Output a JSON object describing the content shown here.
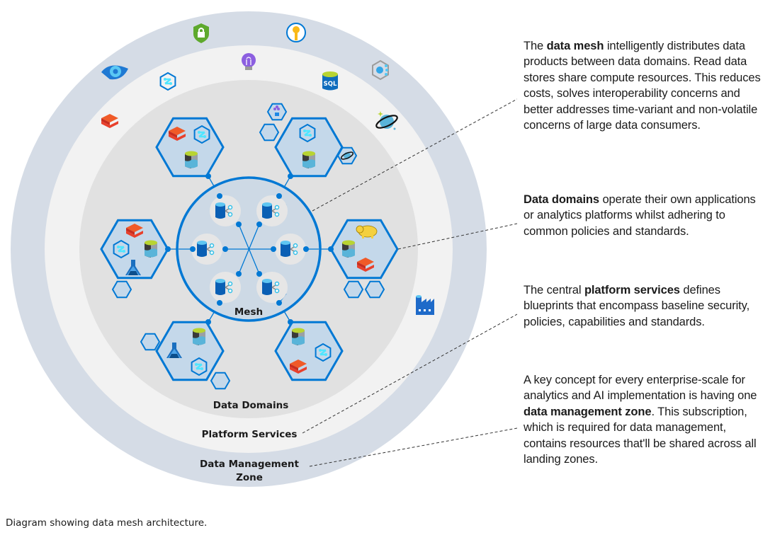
{
  "diagram": {
    "title": "Data mesh architecture",
    "rings": {
      "outer": {
        "label": "Data Management Zone",
        "label_line1": "Data Management",
        "label_line2": "Zone",
        "color": "#d5dce6"
      },
      "middle": {
        "label": "Platform Services",
        "color": "#f2f2f2"
      },
      "inner": {
        "label": "Data Domains",
        "color": "#e1e1e1"
      }
    },
    "mesh": {
      "label": "Mesh",
      "stroke": "#0078d4",
      "fill": "#cdd9e5",
      "node_count": 6
    },
    "outer_ring_icons": [
      "shield-lock-icon",
      "key-vault-icon",
      "purview-eye-icon",
      "cognitive-search-icon",
      "factory-icon"
    ],
    "middle_ring_icons": [
      "synapse-icon",
      "bulb-icon",
      "sql-database-icon",
      "databricks-icon",
      "cosmos-db-icon"
    ],
    "domains": [
      {
        "id": "top-left",
        "icons": [
          "databricks-icon",
          "synapse-icon",
          "data-lake-icon"
        ]
      },
      {
        "id": "top-right",
        "icons": [
          "synapse-icon",
          "data-lake-icon",
          "cosmos-db-icon",
          "app-hex-icon"
        ]
      },
      {
        "id": "left",
        "icons": [
          "databricks-icon",
          "synapse-icon",
          "data-lake-icon",
          "machine-learning-icon"
        ]
      },
      {
        "id": "right",
        "icons": [
          "hadoop-icon",
          "data-lake-icon",
          "databricks-icon"
        ]
      },
      {
        "id": "bottom-left",
        "icons": [
          "data-lake-icon",
          "machine-learning-icon",
          "synapse-icon"
        ]
      },
      {
        "id": "bottom-right",
        "icons": [
          "data-lake-icon",
          "synapse-icon",
          "databricks-icon"
        ]
      }
    ],
    "colors": {
      "accent": "#0078d4",
      "hex_fill": "#c4d8ea",
      "databricks": "#e8402c",
      "leader": "#333333"
    }
  },
  "descriptions": [
    {
      "id": "data-mesh",
      "before": "The ",
      "bold": "data mesh",
      "after": " intelligently distributes data products between data domains. Read data stores share compute resources. This reduces costs, solves interoperability concerns and better addresses time-variant and non-volatile concerns of large data consumers."
    },
    {
      "id": "data-domains",
      "before": "",
      "bold": "Data domains",
      "after": " operate their own applications or analytics platforms whilst adhering to common policies and standards."
    },
    {
      "id": "platform-services",
      "before": "The central ",
      "bold": "platform services",
      "after": " defines blueprints that encompass baseline security, policies, capabilities and standards."
    },
    {
      "id": "data-management-zone",
      "before": "A key concept for every enterprise-scale for analytics and AI implementation is having one ",
      "bold": "data management zone",
      "after": ". This subscription, which is required for data management, contains resources that'll be shared across all landing zones."
    }
  ],
  "caption": "Diagram showing data mesh architecture."
}
